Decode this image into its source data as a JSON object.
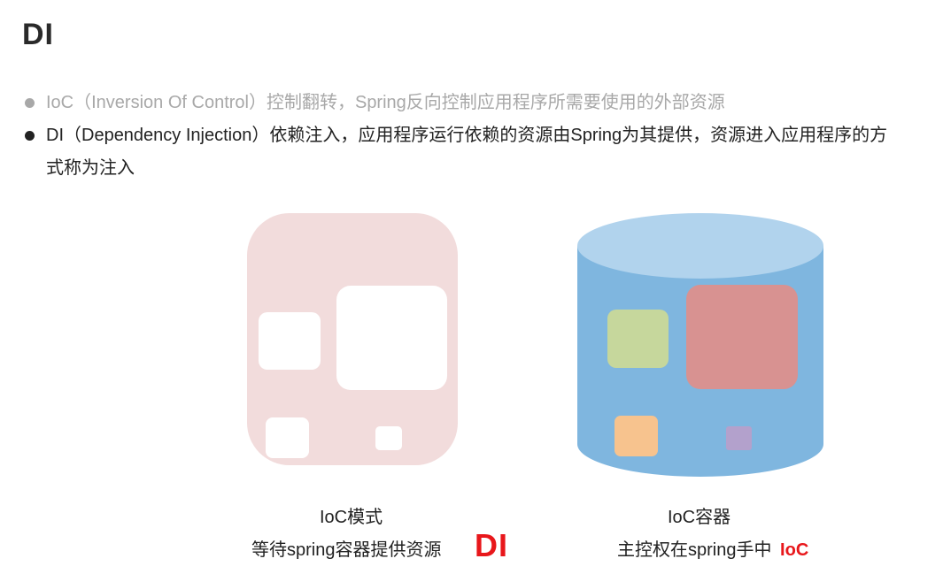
{
  "page": {
    "title": "DI"
  },
  "bullets": [
    {
      "text": "IoC（Inversion Of Control）控制翻转，Spring反向控制应用程序所需要使用的外部资源",
      "state": "muted"
    },
    {
      "text": "DI（Dependency Injection）依赖注入，应用程序运行依赖的资源由Spring为其提供，资源进入应用程序的方式称为注入",
      "state": "active"
    }
  ],
  "left_figure": {
    "caption_line1": "IoC模式",
    "caption_line2": "等待spring容器提供资源",
    "badge": "DI",
    "colors": {
      "panel": "#f2dcdc",
      "box": "#ffffff"
    }
  },
  "right_figure": {
    "caption_line1": "IoC容器",
    "caption_line2": "主控权在spring手中",
    "badge": "IoC",
    "colors": {
      "cylinder_top": "#b1d3ed",
      "cylinder_body": "#7fb6df",
      "green_box": "#c6d79c",
      "red_box": "#d89291",
      "orange_box": "#f7c38e",
      "purple_box": "#b3a1cc"
    }
  },
  "accent_color": "#e8171b"
}
